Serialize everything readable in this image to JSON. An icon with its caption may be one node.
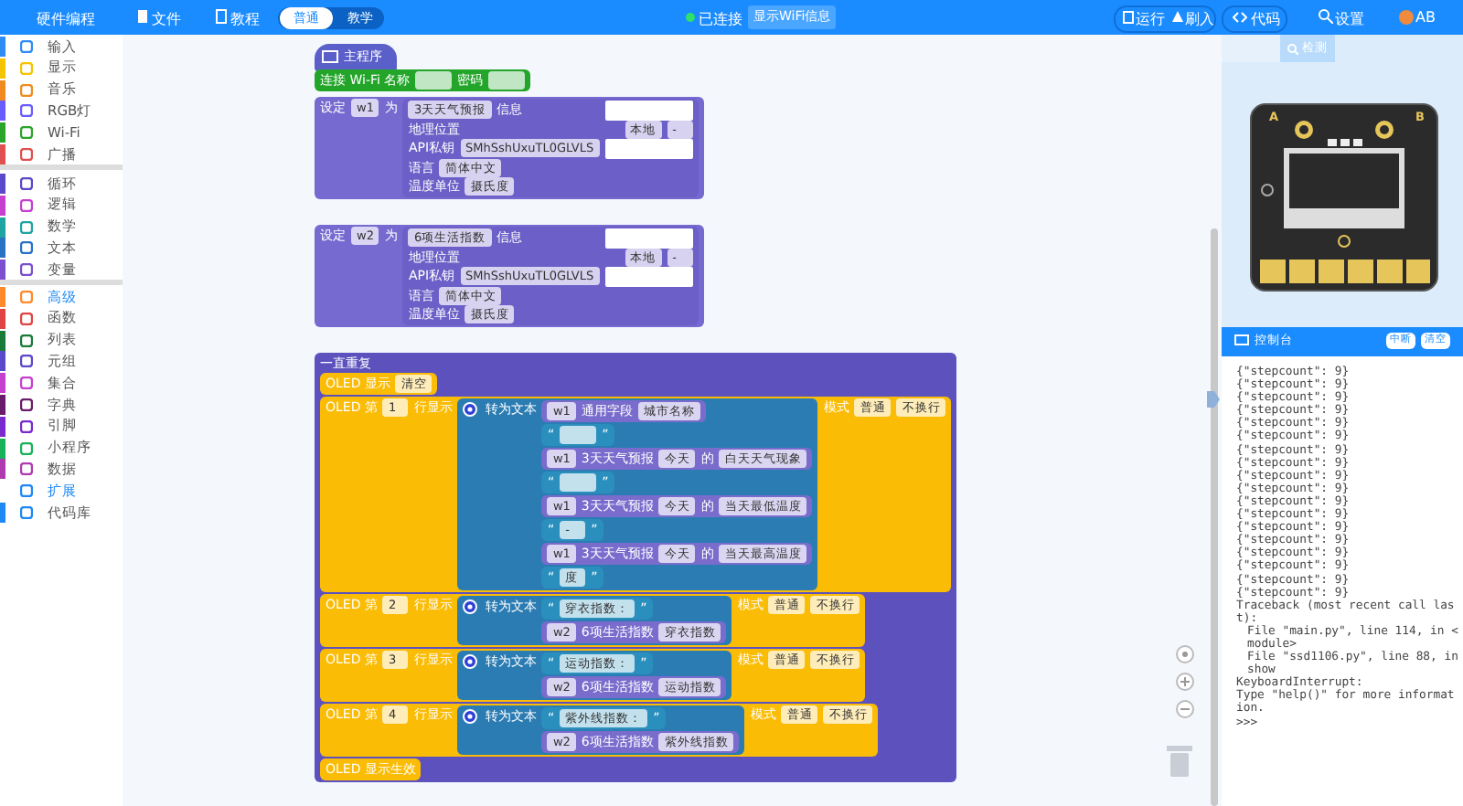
{
  "diagram": {
    "nodes": [
      {
        "text": [
          "主程序"
        ]
      },
      {
        "text": [
          "连接 Wi-Fi 名称",
          "密码"
        ]
      },
      {
        "text": [],
        "shape": "box",
        "in": 1
      },
      {
        "text": [],
        "shape": "box",
        "in": 1
      },
      {
        "text": [
          "设定",
          "为"
        ]
      },
      {
        "text": [
          "w1"
        ],
        "in": 4
      },
      {
        "text": [
          "信息",
          "地理位置",
          "API私钥",
          "语言",
          "温度单位"
        ],
        "in": 4
      },
      {
        "text": [
          "3天天气预报"
        ],
        "in": 6
      },
      {
        "text": [
          "本地"
        ],
        "in": 6
      },
      {
        "text": [
          "-"
        ],
        "in": 6
      },
      {
        "text": [
          "SMhSshUxuTL0GLVLS"
        ],
        "in": 6
      },
      {
        "text": [
          "简体中文"
        ],
        "in": 6
      },
      {
        "text": [
          "摄氏度"
        ],
        "in": 6
      },
      {
        "text": [
          "设定",
          "为"
        ]
      },
      {
        "text": [
          "w2"
        ],
        "in": 13
      },
      {
        "text": [
          "信息",
          "地理位置",
          "API私钥",
          "语言",
          "温度单位"
        ],
        "in": 13
      },
      {
        "text": [
          "6项生活指数"
        ],
        "in": 15
      },
      {
        "text": [
          "本地"
        ],
        "in": 15
      },
      {
        "text": [
          "-"
        ],
        "in": 15
      },
      {
        "text": [
          "SMhSshUxuTL0GLVLS"
        ],
        "in": 15
      },
      {
        "text": [
          "简体中文"
        ],
        "in": 15
      },
      {
        "text": [
          "摄氏度"
        ],
        "in": 15
      },
      {
        "text": [
          "一直重复"
        ]
      },
      {
        "text": [
          "OLED 显示"
        ],
        "in": 22
      },
      {
        "text": [
          "清空"
        ],
        "in": 23
      },
      {
        "text": [
          "OLED 第",
          "行显示",
          "模式"
        ],
        "in": 22
      },
      {
        "text": [
          "1"
        ],
        "in": 25
      },
      {
        "text": [
          "转为文本"
        ],
        "in": 25
      },
      {
        "text": [
          "通用字段"
        ],
        "in": 27
      },
      {
        "text": [
          "w1"
        ],
        "in": 28
      },
      {
        "text": [
          "城市名称"
        ],
        "in": 28
      },
      {
        "text": [
          "“",
          "”"
        ],
        "in": 27
      },
      {
        "text": [],
        "shape": "box",
        "in": 31
      },
      {
        "text": [
          "3天天气预报",
          "的"
        ],
        "in": 27
      },
      {
        "text": [
          "w1"
        ],
        "in": 33
      },
      {
        "text": [
          "今天"
        ],
        "in": 33
      },
      {
        "text": [
          "白天天气现象"
        ],
        "in": 33
      },
      {
        "text": [
          "“",
          "”"
        ],
        "in": 27
      },
      {
        "text": [],
        "shape": "box",
        "in": 37
      },
      {
        "text": [
          "3天天气预报",
          "的"
        ],
        "in": 27
      },
      {
        "text": [
          "w1"
        ],
        "in": 39
      },
      {
        "text": [
          "今天"
        ],
        "in": 39
      },
      {
        "text": [
          "当天最低温度"
        ],
        "in": 39
      },
      {
        "text": [
          "“",
          "”"
        ],
        "in": 27
      },
      {
        "text": [
          "-"
        ],
        "in": 43
      },
      {
        "text": [
          "3天天气预报",
          "的"
        ],
        "in": 27
      },
      {
        "text": [
          "w1"
        ],
        "in": 45
      },
      {
        "text": [
          "今天"
        ],
        "in": 45
      },
      {
        "text": [
          "当天最高温度"
        ],
        "in": 45
      },
      {
        "text": [
          "“",
          "”"
        ],
        "in": 27
      },
      {
        "text": [
          "度"
        ],
        "in": 49
      },
      {
        "text": [
          "普通"
        ],
        "in": 25
      },
      {
        "text": [
          "不换行"
        ],
        "in": 25
      },
      {
        "text": [
          "OLED 第",
          "行显示",
          "模式"
        ],
        "in": 22
      },
      {
        "text": [
          "2"
        ],
        "in": 53
      },
      {
        "text": [
          "转为文本"
        ],
        "in": 53
      },
      {
        "text": [
          "“",
          "”"
        ],
        "in": 55
      },
      {
        "text": [
          "穿衣指数："
        ],
        "in": 56
      },
      {
        "text": [
          "6项生活指数"
        ],
        "in": 55
      },
      {
        "text": [
          "w2"
        ],
        "in": 58
      },
      {
        "text": [
          "穿衣指数"
        ],
        "in": 58
      },
      {
        "text": [
          "普通"
        ],
        "in": 53
      },
      {
        "text": [
          "不换行"
        ],
        "in": 53
      },
      {
        "text": [
          "OLED 第",
          "行显示",
          "模式"
        ],
        "in": 22
      },
      {
        "text": [
          "3"
        ],
        "in": 63
      },
      {
        "text": [
          "转为文本"
        ],
        "in": 63
      },
      {
        "text": [
          "“",
          "”"
        ],
        "in": 65
      },
      {
        "text": [
          "运动指数："
        ],
        "in": 66
      },
      {
        "text": [
          "6项生活指数"
        ],
        "in": 65
      },
      {
        "text": [
          "w2"
        ],
        "in": 68
      },
      {
        "text": [
          "运动指数"
        ],
        "in": 68
      },
      {
        "text": [
          "普通"
        ],
        "in": 63
      },
      {
        "text": [
          "不换行"
        ],
        "in": 63
      },
      {
        "text": [
          "OLED 第",
          "行显示",
          "模式"
        ],
        "in": 22
      },
      {
        "text": [
          "4"
        ],
        "in": 73
      },
      {
        "text": [
          "转为文本"
        ],
        "in": 73
      },
      {
        "text": [
          "“",
          "”"
        ],
        "in": 75
      },
      {
        "text": [
          "紫外线指数："
        ],
        "in": 76
      },
      {
        "text": [
          "6项生活指数"
        ],
        "in": 75
      },
      {
        "text": [
          "w2"
        ],
        "in": 78
      },
      {
        "text": [
          "紫外线指数"
        ],
        "in": 78
      },
      {
        "text": [
          "普通"
        ],
        "in": 73
      },
      {
        "text": [
          "不换行"
        ],
        "in": 73
      },
      {
        "text": [
          "OLED 显示生效"
        ],
        "in": 22
      },
      {
        "text": [],
        "shape": "box",
        "in": 6
      },
      {
        "text": [],
        "shape": "box",
        "in": 6
      },
      {
        "text": [],
        "shape": "box",
        "in": 15
      },
      {
        "text": [],
        "shape": "box",
        "in": 15
      }
    ],
    "labels": [
      "硬件编程",
      "文件",
      "教程",
      "普通",
      "教学",
      "已连接",
      "显示WiFi信息",
      "运行",
      "刷入",
      "代码",
      "设置",
      "AB",
      "输入",
      "显示",
      "音乐",
      "RGB灯",
      "Wi-Fi",
      "广播",
      "循环",
      "逻辑",
      "数学",
      "文本",
      "变量",
      "高级",
      "函数",
      "列表",
      "元组",
      "集合",
      "字典",
      "引脚",
      "小程序",
      "数据",
      "扩展",
      "代码库",
      "检测",
      "A",
      "B",
      "控制台",
      "中断",
      "清空",
      "{\"stepcount\": 9}",
      "{\"stepcount\": 9}",
      "{\"stepcount\": 9}",
      "{\"stepcount\": 9}",
      "{\"stepcount\": 9}",
      "{\"stepcount\": 9}",
      "{\"stepcount\": 9}",
      "{\"stepcount\": 9}",
      "{\"stepcount\": 9}",
      "{\"stepcount\": 9}",
      "{\"stepcount\": 9}",
      "{\"stepcount\": 9}",
      "{\"stepcount\": 9}",
      "{\"stepcount\": 9}",
      "{\"stepcount\": 9}",
      "{\"stepcount\": 9}",
      "{\"stepcount\": 9}",
      "{\"stepcount\": 9}",
      "Traceback (most recent call last):",
      "File \"main.py\", line 114, in <module>",
      "File \"ssd1106.py\", line 88, in show",
      "KeyboardInterrupt:",
      "Type \"help()\" for more information.",
      ">>>"
    ]
  }
}
